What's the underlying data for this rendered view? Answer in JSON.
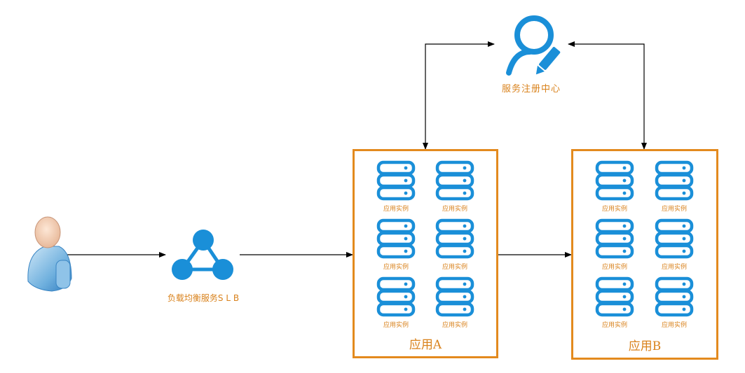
{
  "colors": {
    "accent_blue": "#1A8FD8",
    "box_orange": "#E38A1E",
    "label_orange": "#D9821C",
    "arrow": "#000000"
  },
  "registry": {
    "icon": "user-edit-icon",
    "label": "服务注册中心"
  },
  "slb": {
    "icon": "network-triangle-icon",
    "label": "负载均衡服务S L B"
  },
  "client": {
    "icon": "user-avatar-icon"
  },
  "app_a": {
    "title": "应用A",
    "instances": [
      "应用实例",
      "应用实例",
      "应用实例",
      "应用实例",
      "应用实例",
      "应用实例"
    ]
  },
  "app_b": {
    "title": "应用B",
    "instances": [
      "应用实例",
      "应用实例",
      "应用实例",
      "应用实例",
      "应用实例",
      "应用实例"
    ]
  }
}
